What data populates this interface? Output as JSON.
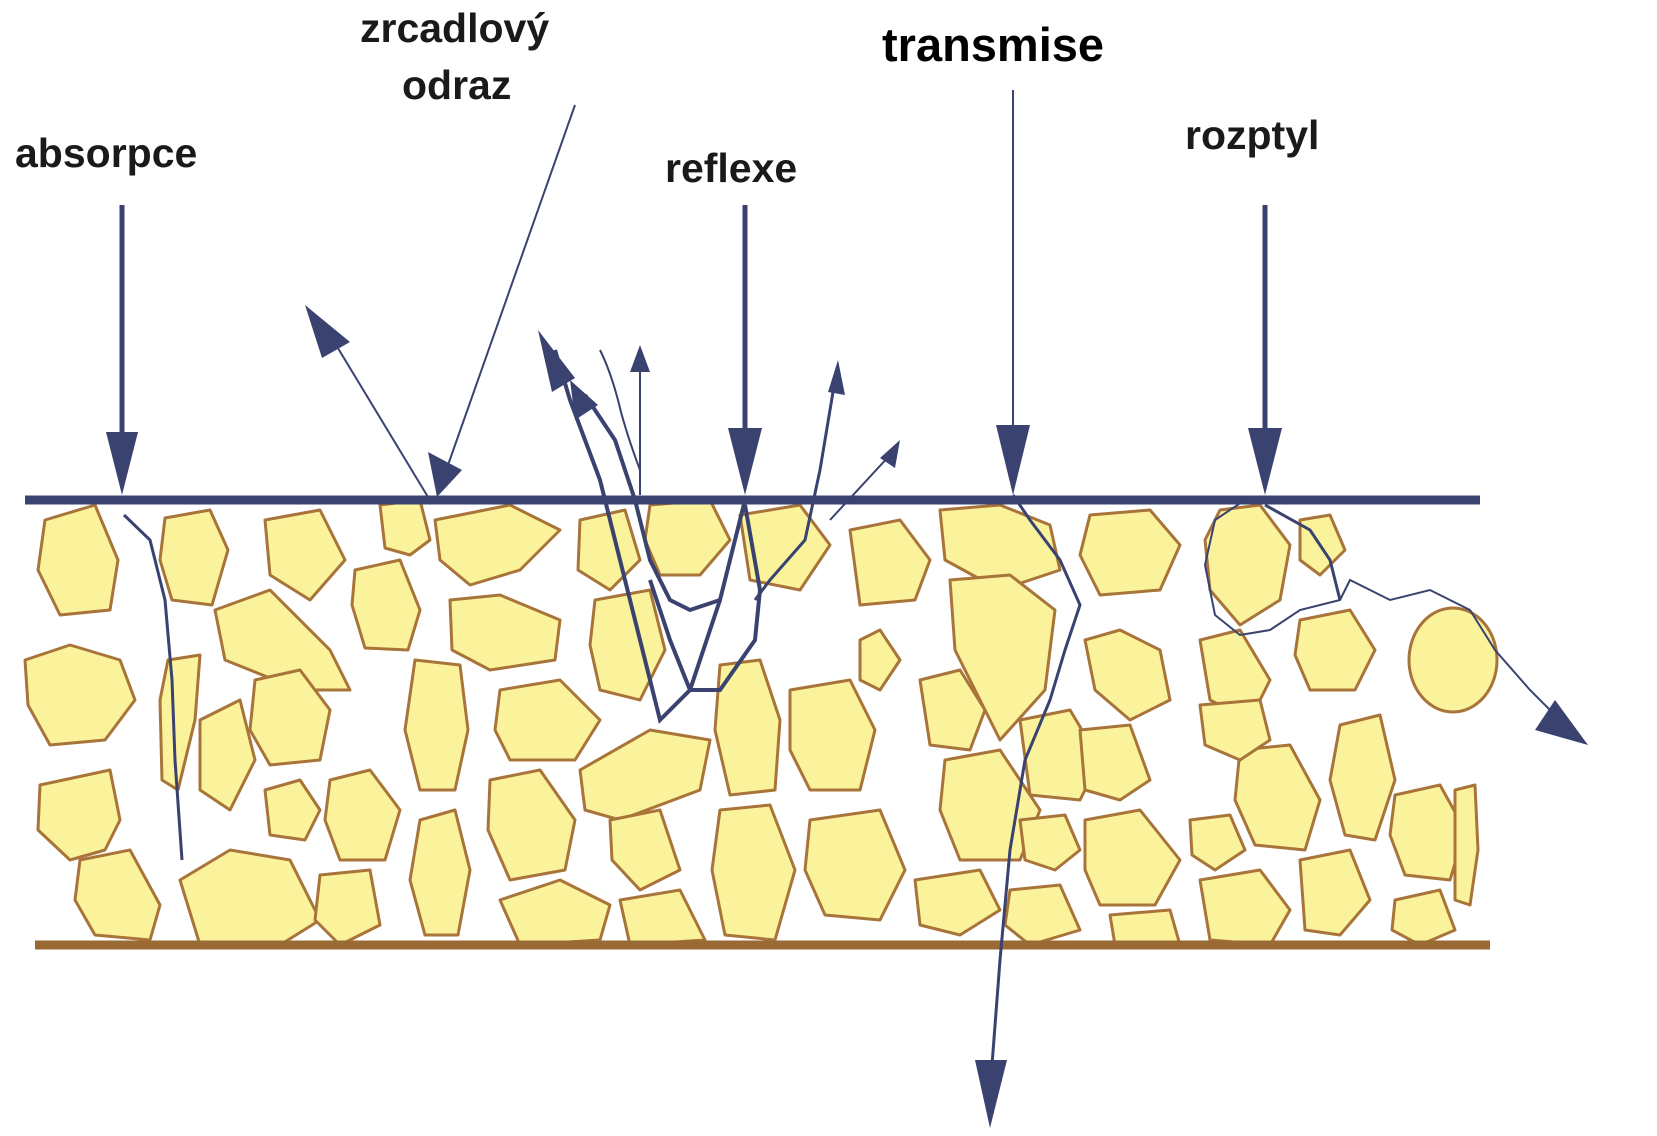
{
  "labels": {
    "absorption": "absorpce",
    "specular_line1": "zrcadlový",
    "specular_line2": "odraz",
    "reflection": "reflexe",
    "transmission": "transmise",
    "scattering": "rozptyl"
  },
  "colors": {
    "particle_fill": "#fbf39b",
    "particle_stroke": "#a8743a",
    "top_surface": "#3a4270",
    "bottom_surface": "#9a6a34",
    "ray": "#3a4270",
    "text": "#1a1a1a"
  }
}
